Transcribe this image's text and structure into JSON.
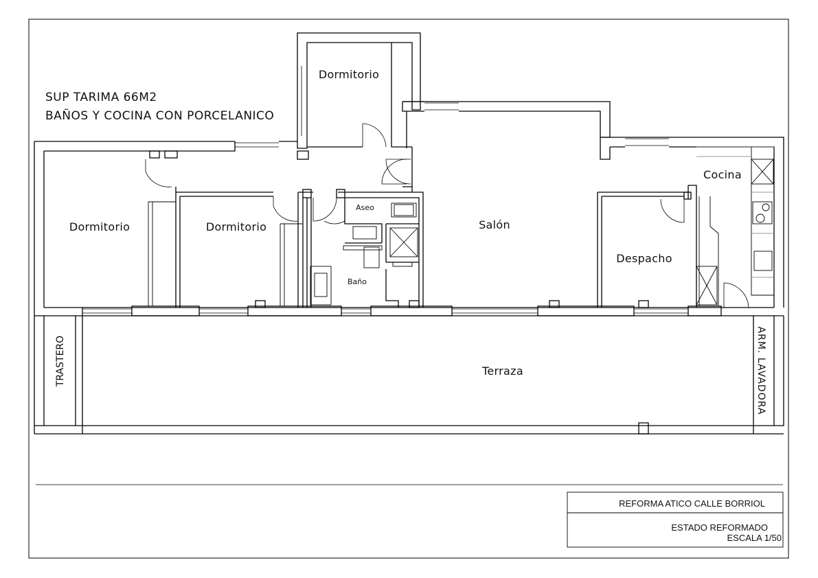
{
  "notes": {
    "line1": "SUP TARIMA 66M2",
    "line2": "BAÑOS Y COCINA CON PORCELANICO"
  },
  "rooms": {
    "dormitorio_top": "Dormitorio",
    "dormitorio_left": "Dormitorio",
    "dormitorio_mid": "Dormitorio",
    "aseo": "Aseo",
    "bano": "Baño",
    "salon": "Salón",
    "despacho": "Despacho",
    "cocina": "Cocina",
    "terraza": "Terraza",
    "trastero": "TRASTERO",
    "arm_lavadora": "ARM. LAVADORA"
  },
  "title_block": {
    "project": "REFORMA ATICO CALLE BORRIOL",
    "sheet": "ESTADO REFORMADO",
    "scale": "ESCALA 1/50"
  }
}
